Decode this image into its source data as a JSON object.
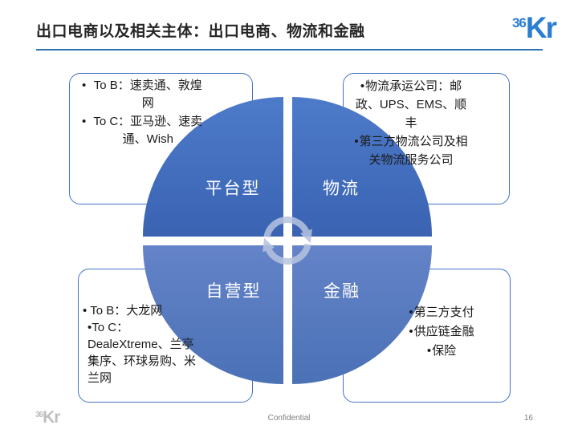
{
  "slide": {
    "title": "出口电商以及相关主体：出口电商、物流和金融",
    "header_logo": {
      "small": "36",
      "big": "Kr"
    },
    "footer": {
      "logo_small": "36",
      "logo_big": "Kr",
      "confidential": "Confidential",
      "page_number": "16"
    }
  },
  "glyphs": {
    "bullet": "•"
  },
  "icons": {
    "center": "cycle-arrows-icon",
    "header": "36kr-logo",
    "footer": "36kr-logo-gray"
  },
  "diagram": {
    "type": "quadrant-circle",
    "quadrants": {
      "top_left": "平台型",
      "top_right": "物流",
      "bottom_left": "自营型",
      "bottom_right": "金融"
    }
  },
  "callouts": {
    "top_left": {
      "item1": "To B：速卖通、敦煌网",
      "item2": "To C：亚马逊、速卖通、Wish"
    },
    "top_right": {
      "item1": "物流承运公司：邮政、UPS、EMS、顺丰",
      "item2": "第三方物流公司及相关物流服务公司"
    },
    "bottom_left": {
      "item1": "To B：大龙网",
      "item2_lead": "To C：",
      "item2_rest": "DealeXtreme、兰亭集序、环球易购、米兰网"
    },
    "bottom_right": {
      "item1": "第三方支付",
      "item2": "供应链金融",
      "item3": "保险"
    }
  },
  "colors": {
    "accent_blue": "#4472C4",
    "underline_blue": "#2E74B5",
    "logo_blue": "#2B7CD3",
    "quad_top_blue": "#3E68B8",
    "quad_bottom_blue": "#5C7EC4",
    "footer_gray": "#808080"
  }
}
